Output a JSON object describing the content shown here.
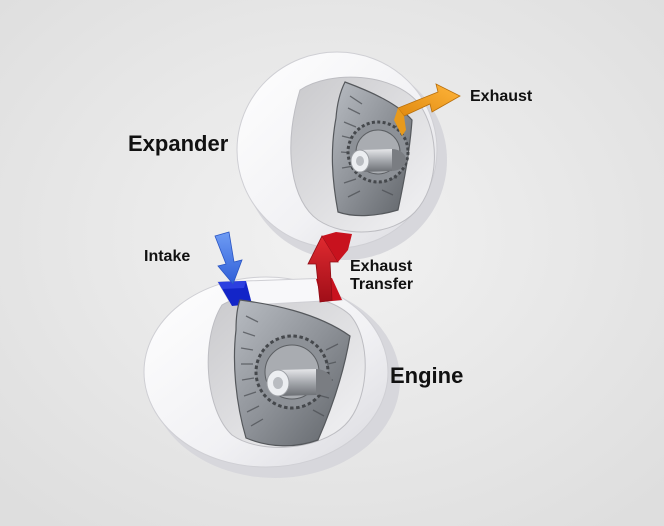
{
  "labels": {
    "expander": "Expander",
    "engine": "Engine",
    "intake": "Intake",
    "exhaust": "Exhaust",
    "exhaust_transfer_line1": "Exhaust",
    "exhaust_transfer_line2": "Transfer"
  },
  "colors": {
    "background": "#e9e9e9",
    "housing": "#f4f4f6",
    "intake_arrow": "#3a73e8",
    "intake_port": "#1325c8",
    "transfer_port": "#c8121e",
    "exhaust_arrow": "#f0a020",
    "rotor_metal": "#9a9ea4"
  },
  "icons": {
    "intake_arrow": "arrow-down-icon",
    "transfer_arrow": "arrow-up-icon",
    "exhaust_arrow": "arrow-up-right-icon"
  }
}
